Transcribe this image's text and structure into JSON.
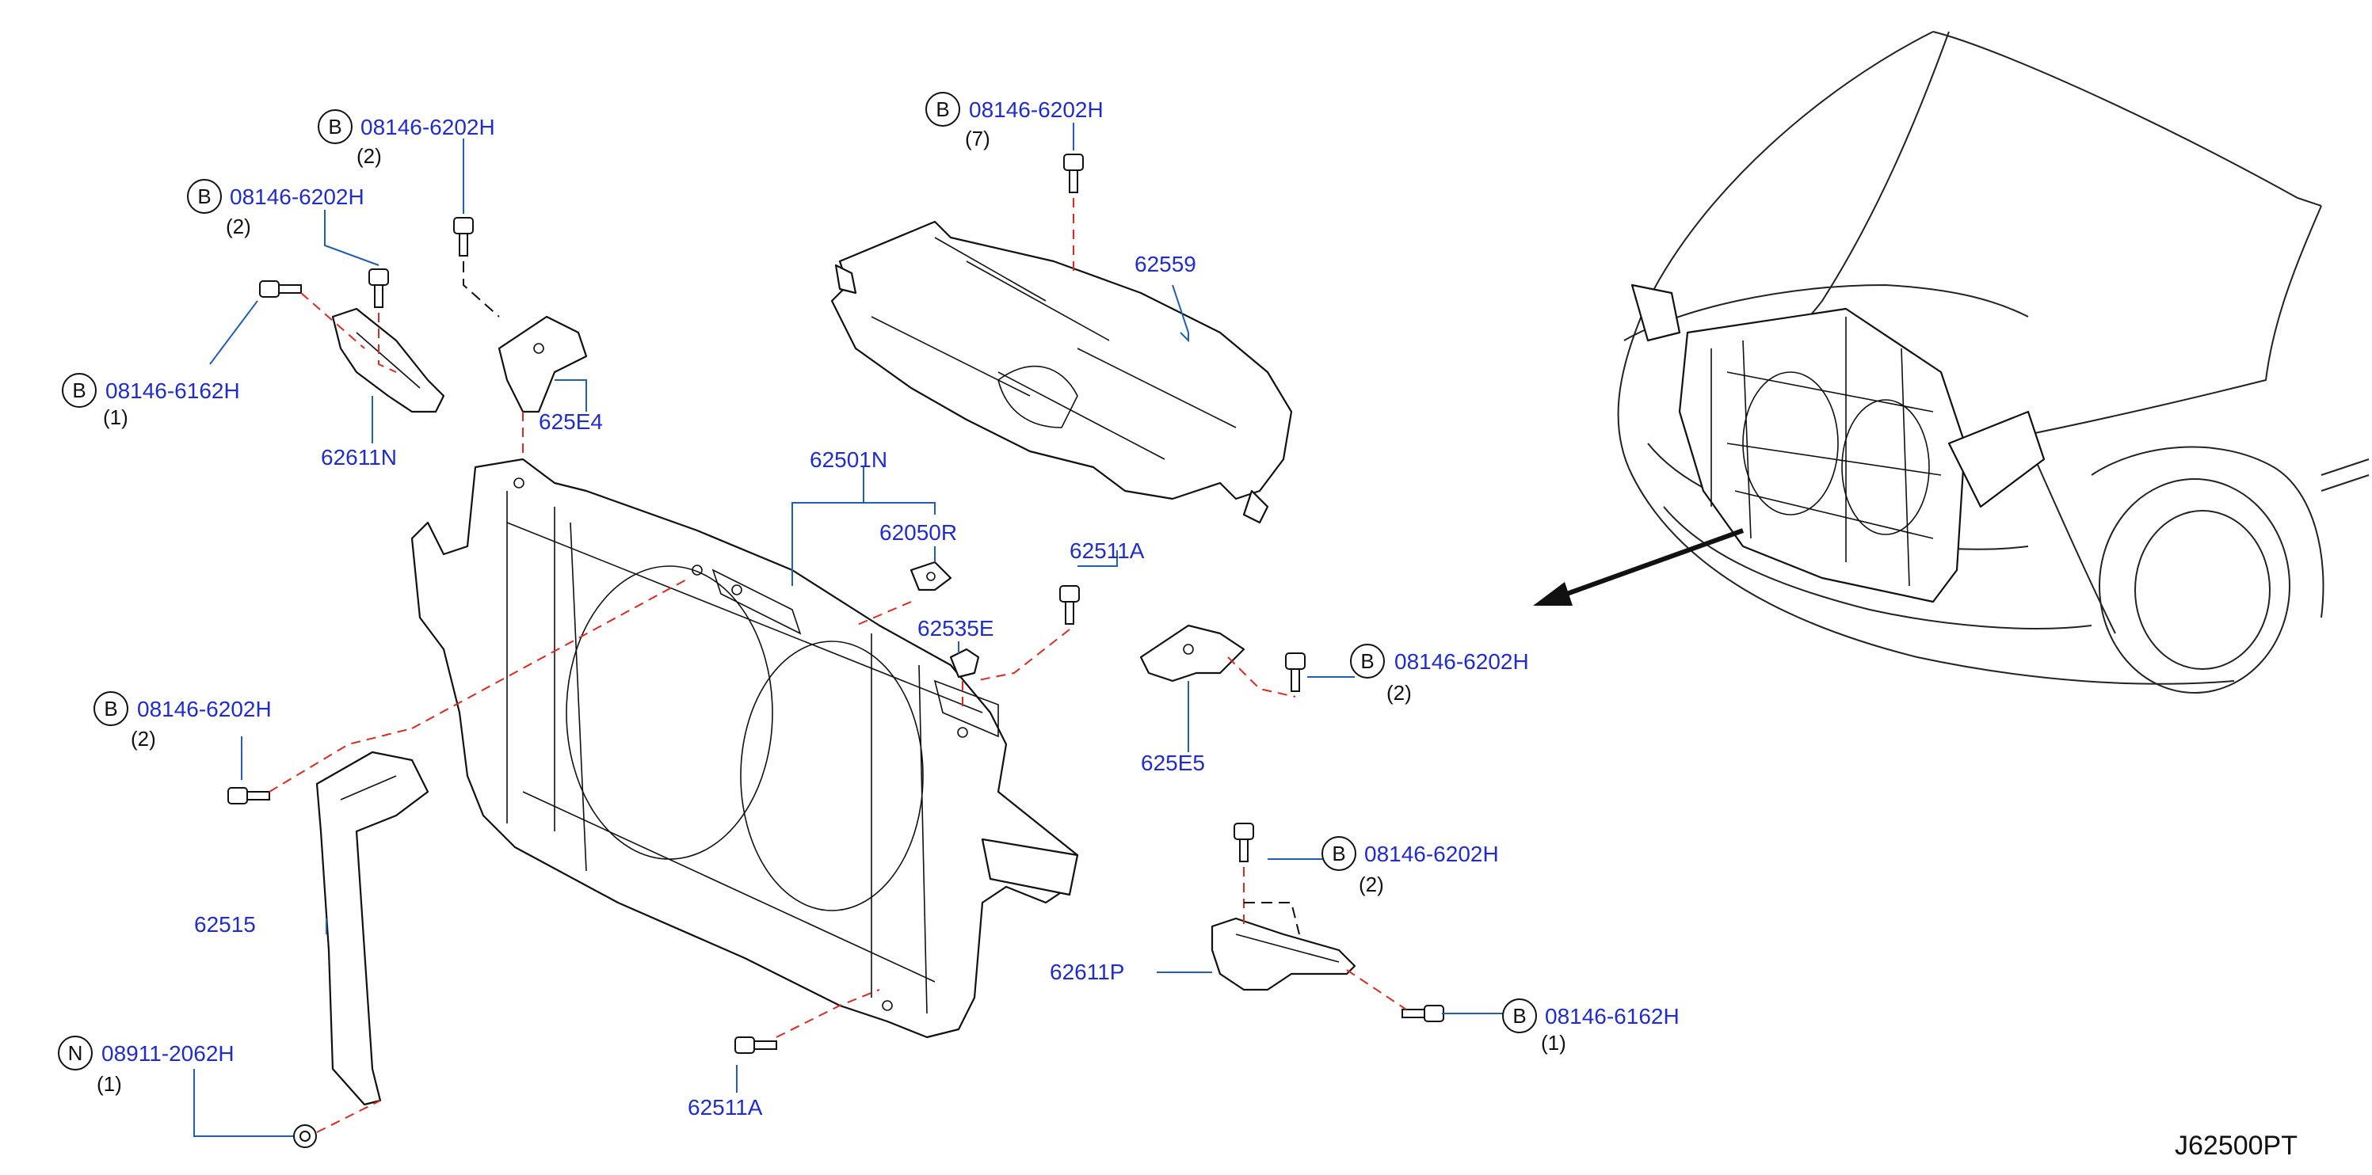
{
  "diagram_code": "J62500PT",
  "callouts": [
    {
      "id": "c1",
      "letter": "B",
      "part": "08146-6202H",
      "qty": "(2)"
    },
    {
      "id": "c2",
      "letter": "B",
      "part": "08146-6202H",
      "qty": "(2)"
    },
    {
      "id": "c3",
      "letter": "B",
      "part": "08146-6162H",
      "qty": "(1)"
    },
    {
      "id": "c4",
      "letter": "B",
      "part": "08146-6202H",
      "qty": "(7)"
    },
    {
      "id": "c5",
      "letter": "B",
      "part": "08146-6202H",
      "qty": "(2)"
    },
    {
      "id": "c6",
      "letter": "B",
      "part": "08146-6202H",
      "qty": "(2)"
    },
    {
      "id": "c7",
      "letter": "B",
      "part": "08146-6202H",
      "qty": "(2)"
    },
    {
      "id": "c8",
      "letter": "B",
      "part": "08146-6162H",
      "qty": "(1)"
    },
    {
      "id": "c9",
      "letter": "N",
      "part": "08911-2062H",
      "qty": "(1)"
    }
  ],
  "labels": {
    "l_625E4": "625E4",
    "l_62611N": "62611N",
    "l_62559": "62559",
    "l_62501N": "62501N",
    "l_62050R": "62050R",
    "l_62511A_top": "62511A",
    "l_62535E": "62535E",
    "l_625E5": "625E5",
    "l_62515": "62515",
    "l_62611P": "62611P",
    "l_62511A_bottom": "62511A"
  },
  "colors": {
    "label_blue": "#1f2dcc",
    "leader_blue": "#1f5fb8",
    "dash_red": "#e0281e",
    "ink": "#111111"
  }
}
